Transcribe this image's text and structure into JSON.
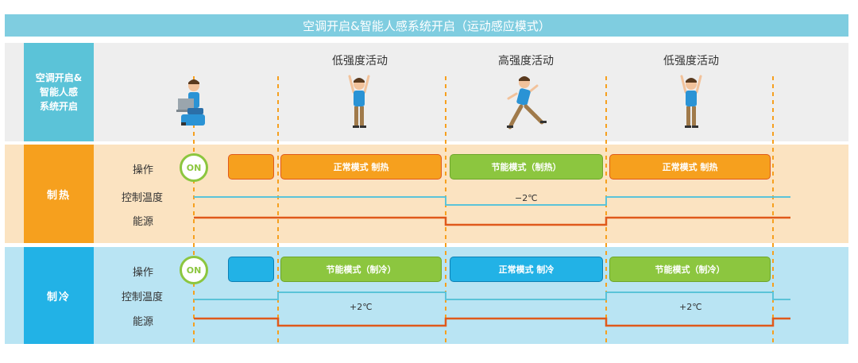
{
  "banner": "空调开启&智能人感系统开启（运动感应模式）",
  "top": {
    "label_lines": [
      "空调开启&",
      "智能人感",
      "系统开启"
    ],
    "phases": [
      "低强度活动",
      "高强度活动",
      "低强度活动"
    ]
  },
  "heat": {
    "label": "制热",
    "row_labels": {
      "operation": "操作",
      "temp": "控制温度",
      "energy": "能源"
    },
    "on": "ON",
    "modes": [
      "正常模式  制热",
      "节能模式（制热）",
      "正常模式  制热"
    ],
    "temp_note": "−2℃"
  },
  "cool": {
    "label": "制冷",
    "row_labels": {
      "operation": "操作",
      "temp": "控制温度",
      "energy": "能源"
    },
    "on": "ON",
    "modes": [
      "节能模式（制冷）",
      "正常模式  制冷",
      "节能模式（制冷）"
    ],
    "temp_notes": [
      "+2℃",
      "+2℃"
    ]
  },
  "colors": {
    "orange": "#f6a01e",
    "green": "#8cc63f",
    "blue": "#22b2e6",
    "temp_line": "#5bc3d8",
    "energy_line": "#e0591b",
    "divider": "#f6a01e"
  }
}
